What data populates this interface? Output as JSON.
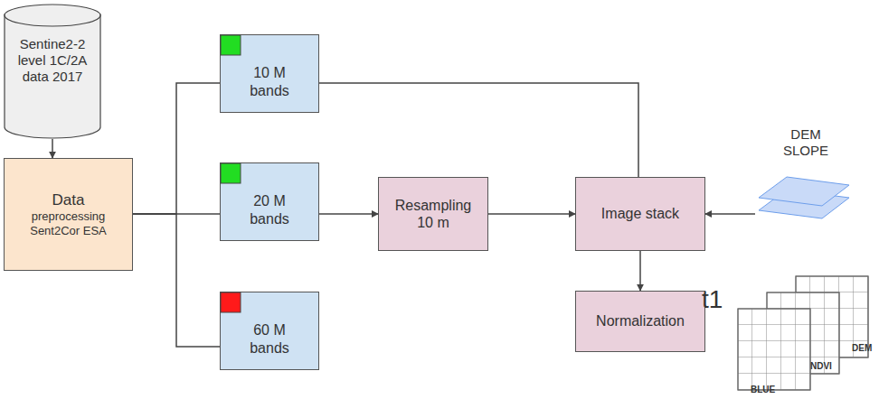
{
  "diagram": {
    "nodes": [
      {
        "text": [
          "Sentine2-2 level 1C/2A data 2017"
        ]
      },
      {
        "text": [
          "Data",
          "preprocessing Sent2Cor ESA"
        ]
      },
      {
        "text": [
          "10 M bands"
        ]
      },
      {
        "text": [
          "20 M bands"
        ]
      },
      {
        "text": [
          "60 M bands"
        ]
      },
      {
        "text": [
          "Resampling 10 m"
        ]
      },
      {
        "text": [
          "Image stack"
        ]
      },
      {
        "text": [
          "Normalization"
        ]
      },
      {
        "text": [
          "DEM SLOPE"
        ]
      }
    ],
    "edges": [
      {
        "from": 0,
        "to": 1,
        "arrow": "to"
      },
      {
        "from": 1,
        "to": 2,
        "arrow": "none"
      },
      {
        "from": 1,
        "to": 3,
        "arrow": "none"
      },
      {
        "from": 1,
        "to": 4,
        "arrow": "none"
      },
      {
        "from": 3,
        "to": 5,
        "arrow": "to"
      },
      {
        "from": 5,
        "to": 6,
        "arrow": "to"
      },
      {
        "from": 2,
        "to": 6,
        "arrow": "none"
      },
      {
        "from": 8,
        "to": 6,
        "arrow": "to"
      },
      {
        "from": 6,
        "to": 7,
        "arrow": "to"
      }
    ],
    "labels": [
      "t1",
      "DEM",
      "NDVI",
      "BLUE"
    ]
  }
}
